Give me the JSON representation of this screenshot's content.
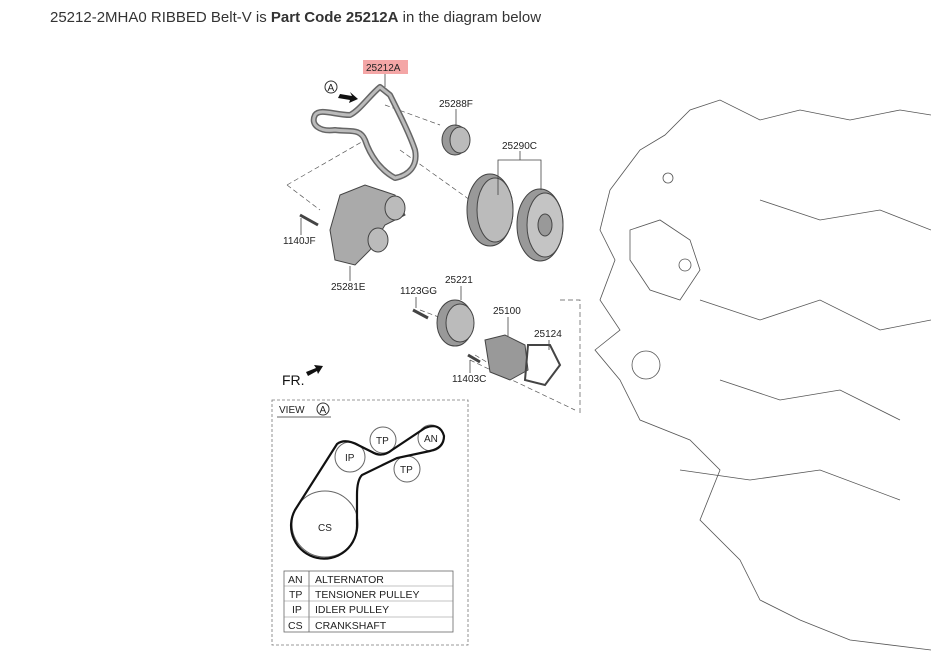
{
  "heading": {
    "part_number_text": "25212-2MHA0 RIBBED Belt-V is ",
    "bold_text": "Part Code 25212A",
    "suffix_text": " in the diagram below"
  },
  "diagram": {
    "highlight_color": "#f4a6a6",
    "labels": {
      "belt": "25212A",
      "idler": "25288F",
      "damper": "25290C",
      "bolt_tensioner": "1140JF",
      "tensioner": "25281E",
      "pump_pulley": "25221",
      "bolt_pulley": "1123GG",
      "water_pump": "25100",
      "gasket": "25124",
      "bolt_pump": "11403C"
    },
    "view_marker": "A",
    "front_label": "FR.",
    "view_box": {
      "title": "VIEW",
      "marker": "A",
      "pulleys": {
        "cs": "CS",
        "ip": "IP",
        "tp1": "TP",
        "tp2": "TP",
        "an": "AN"
      },
      "legend": [
        {
          "code": "AN",
          "name": "ALTERNATOR"
        },
        {
          "code": "TP",
          "name": "TENSIONER PULLEY"
        },
        {
          "code": "IP",
          "name": "IDLER PULLEY"
        },
        {
          "code": "CS",
          "name": "CRANKSHAFT"
        }
      ]
    }
  }
}
